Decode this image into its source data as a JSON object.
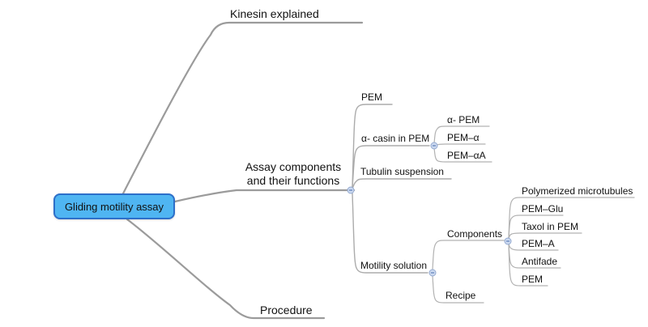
{
  "app": {
    "name": "mind-map-canvas",
    "background": "#ffffff"
  },
  "colors": {
    "root_fill": "#4fb5f2",
    "root_border": "#2d6fc9",
    "branch_edge": "#9b9b9b",
    "child_edge": "#ababab",
    "handle_fill": "#ccd9f0",
    "handle_border": "#93a9cf",
    "handle_dash": "#5b7db8",
    "text": "#111111"
  },
  "mindmap": {
    "root": {
      "label": "Gliding motility assay",
      "children": [
        {
          "label": "Kinesin explained"
        },
        {
          "label_lines": [
            "Assay components",
            "and their functions"
          ],
          "children": [
            {
              "label": "PEM"
            },
            {
              "label": "α- casin in PEM",
              "children": [
                {
                  "label": "α- PEM"
                },
                {
                  "label": "PEM–α"
                },
                {
                  "label": "PEM–αA"
                }
              ]
            },
            {
              "label": "Tubulin suspension"
            },
            {
              "label": "Motility solution",
              "children": [
                {
                  "label": "Components",
                  "children": [
                    {
                      "label": "Polymerized microtubules"
                    },
                    {
                      "label": "PEM–Glu"
                    },
                    {
                      "label": "Taxol in PEM"
                    },
                    {
                      "label": "PEM–A"
                    },
                    {
                      "label": "Antifade"
                    },
                    {
                      "label": "PEM"
                    }
                  ]
                },
                {
                  "label": "Recipe"
                }
              ]
            }
          ]
        },
        {
          "label": "Procedure"
        }
      ]
    }
  }
}
